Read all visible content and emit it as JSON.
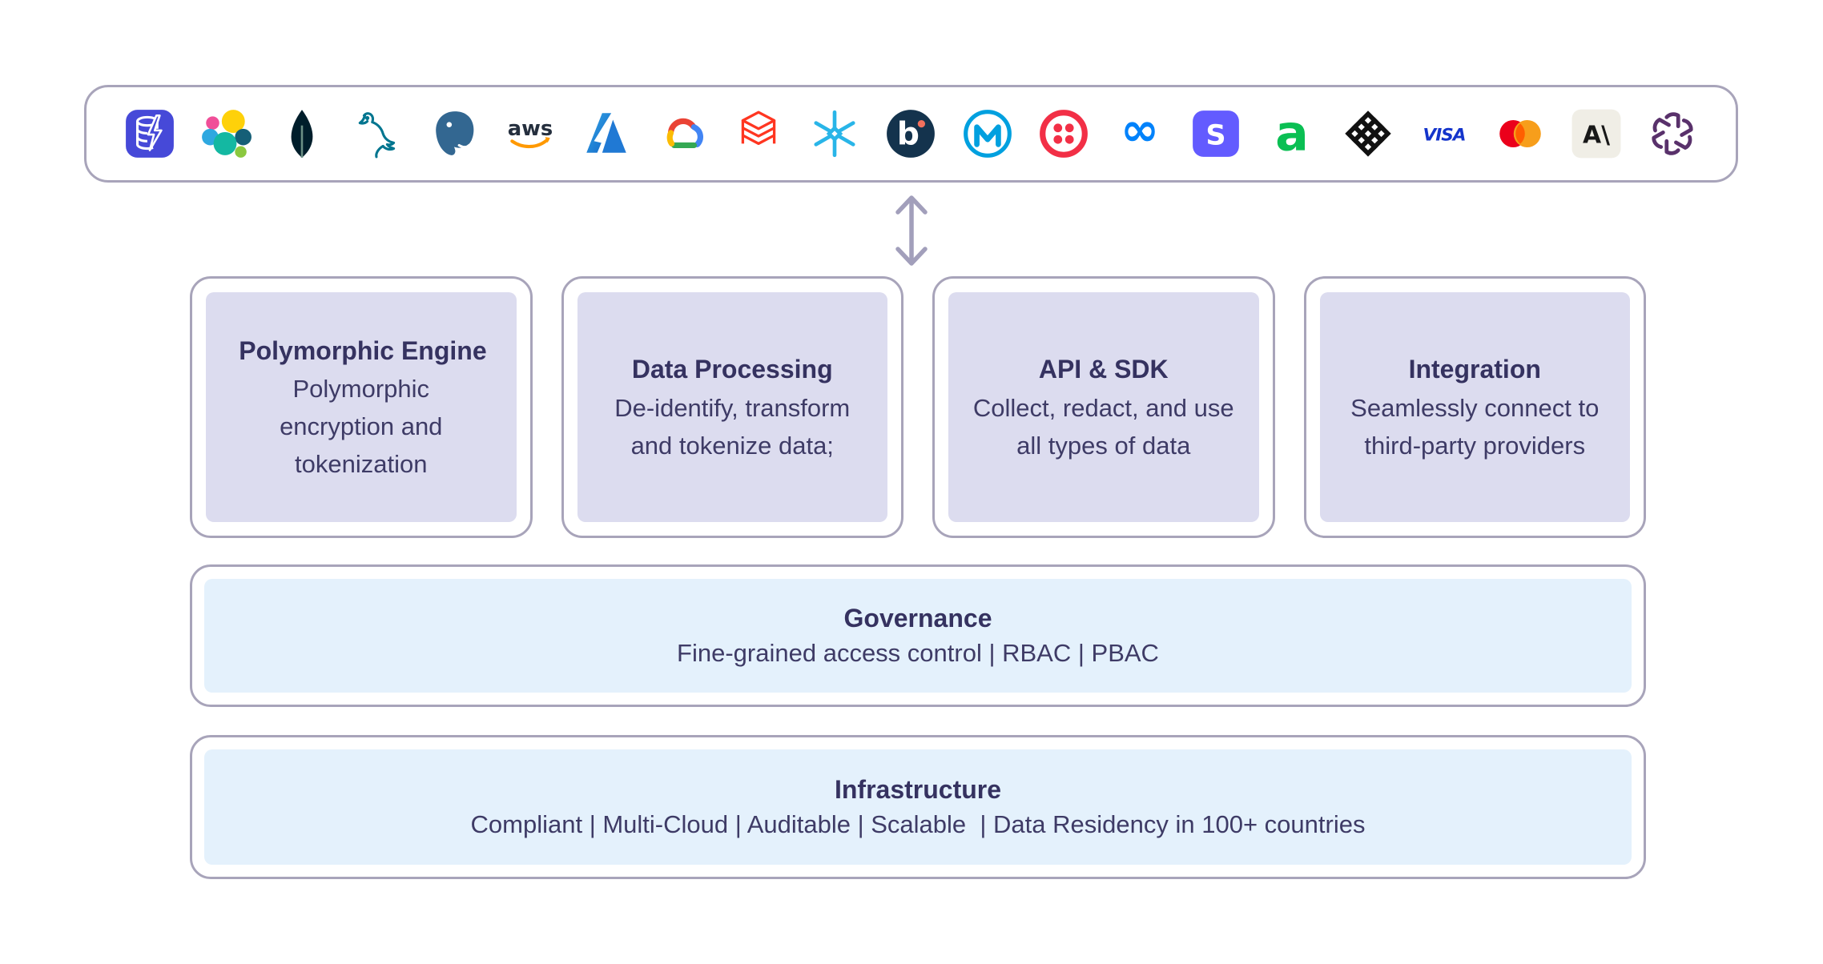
{
  "colors": {
    "bg": "#ffffff",
    "border": "#a8a4ba",
    "card_fill": "#dcdcef",
    "layer_fill": "#e4f1fc",
    "title_text": "#353260",
    "body_text": "#3e3b66",
    "arrow": "#a29fbb"
  },
  "integrations_bar": {
    "logos": [
      {
        "id": "database",
        "label": "Database"
      },
      {
        "id": "elastic",
        "label": "Elasticsearch"
      },
      {
        "id": "mongodb",
        "label": "MongoDB"
      },
      {
        "id": "mysql",
        "label": "MySQL"
      },
      {
        "id": "postgresql",
        "label": "PostgreSQL"
      },
      {
        "id": "aws",
        "label": "AWS"
      },
      {
        "id": "azure",
        "label": "Microsoft Azure"
      },
      {
        "id": "google-cloud",
        "label": "Google Cloud"
      },
      {
        "id": "databricks",
        "label": "Databricks"
      },
      {
        "id": "snowflake",
        "label": "Snowflake"
      },
      {
        "id": "b-circle",
        "label": "b"
      },
      {
        "id": "mulesoft",
        "label": "MuleSoft"
      },
      {
        "id": "twilio",
        "label": "Twilio"
      },
      {
        "id": "meta",
        "label": "Meta"
      },
      {
        "id": "stripe",
        "label": "Stripe"
      },
      {
        "id": "adyen",
        "label": "Adyen"
      },
      {
        "id": "plaid",
        "label": "Plaid"
      },
      {
        "id": "visa",
        "label": "VISA"
      },
      {
        "id": "mastercard",
        "label": "Mastercard"
      },
      {
        "id": "anthropic",
        "label": "Anthropic"
      },
      {
        "id": "openai",
        "label": "OpenAI"
      }
    ]
  },
  "cards": [
    {
      "title": "Polymorphic Engine",
      "body": "Polymorphic encryption and tokenization"
    },
    {
      "title": "Data Processing",
      "body": "De-identify, transform and tokenize data;"
    },
    {
      "title": "API & SDK",
      "body": "Collect, redact, and use all types of data"
    },
    {
      "title": "Integration",
      "body": "Seamlessly connect to third-party providers"
    }
  ],
  "layers": [
    {
      "title": "Governance",
      "body": "Fine-grained access control | RBAC | PBAC"
    },
    {
      "title": "Infrastructure",
      "body": "Compliant | Multi-Cloud | Auditable | Scalable  | Data Residency in 100+ countries"
    }
  ]
}
